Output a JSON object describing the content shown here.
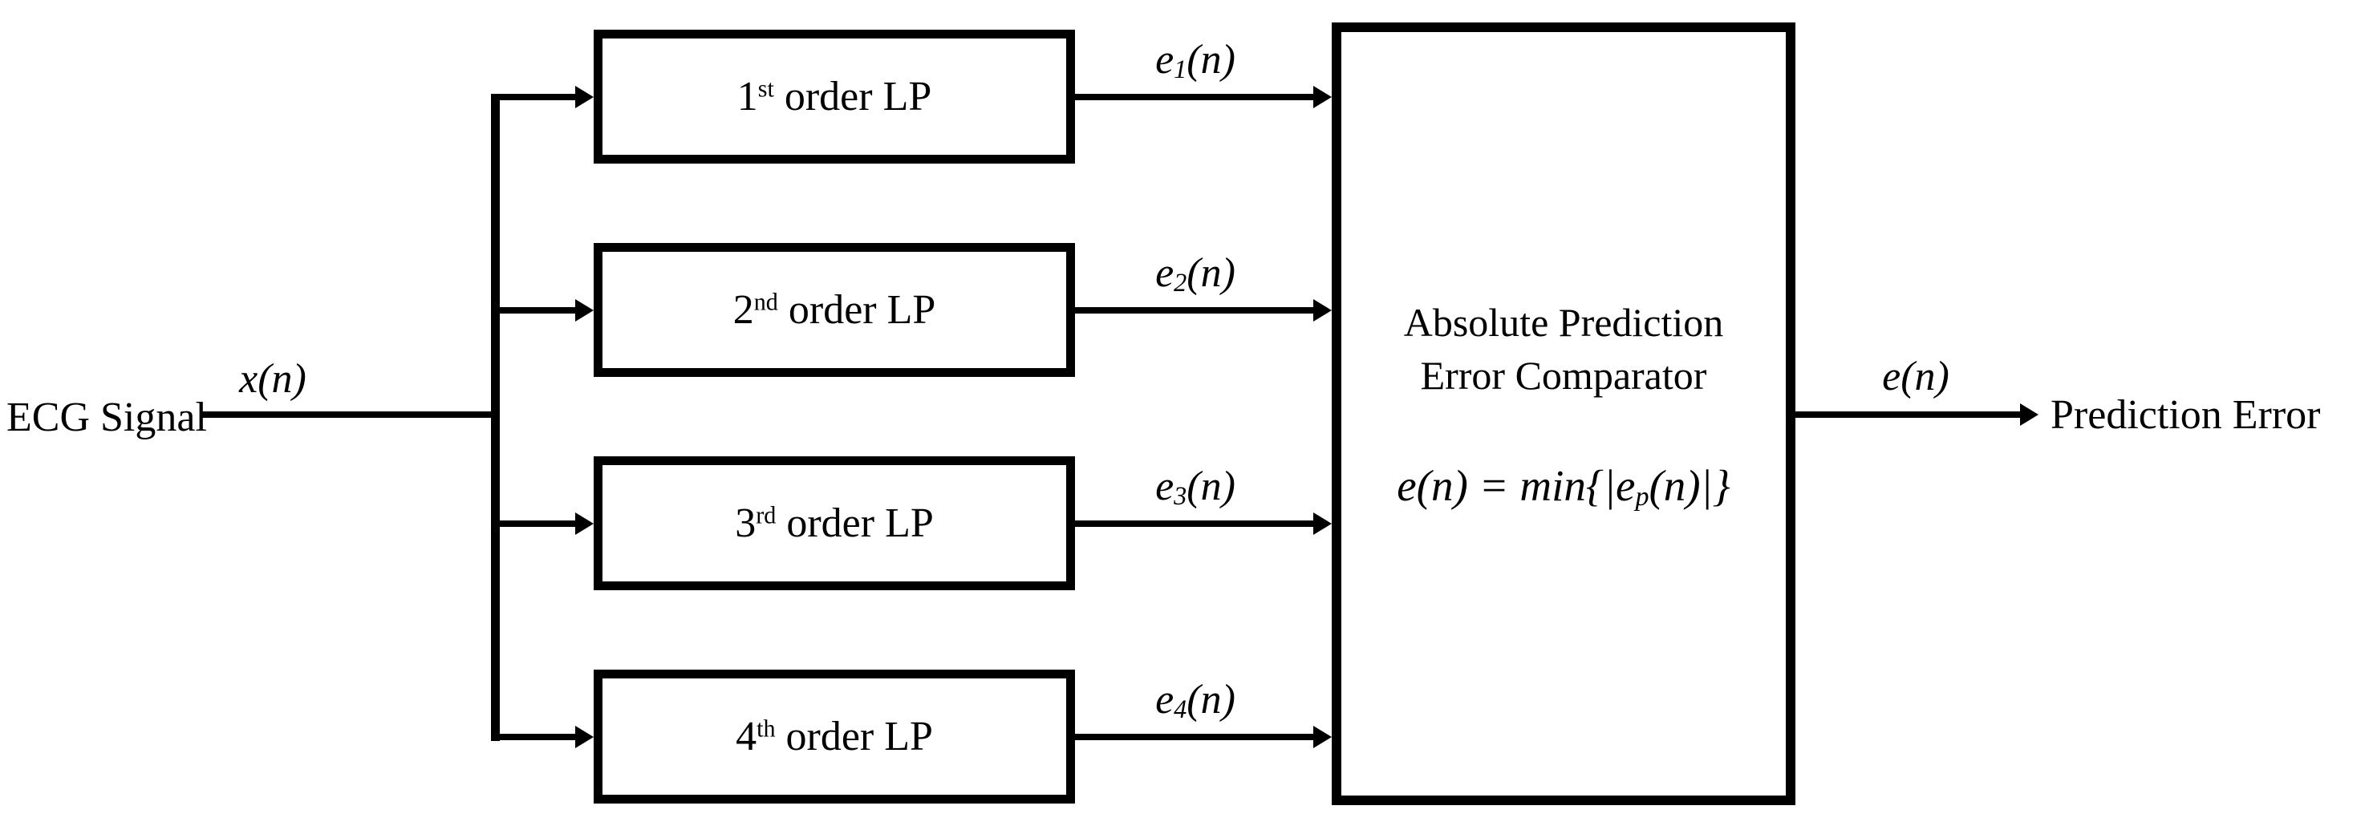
{
  "colors": {
    "ink": "#000000",
    "bg": "#ffffff"
  },
  "diagram": {
    "input": {
      "source_label": "ECG Signal",
      "signal_label": "x(n)"
    },
    "filters": [
      {
        "num": "1",
        "suffix": "st",
        "rest": " order LP",
        "output": {
          "base": "e",
          "sub": "1",
          "args": "(n)"
        }
      },
      {
        "num": "2",
        "suffix": "nd",
        "rest": " order LP",
        "output": {
          "base": "e",
          "sub": "2",
          "args": "(n)"
        }
      },
      {
        "num": "3",
        "suffix": "rd",
        "rest": " order LP",
        "output": {
          "base": "e",
          "sub": "3",
          "args": "(n)"
        }
      },
      {
        "num": "4",
        "suffix": "th",
        "rest": " order LP",
        "output": {
          "base": "e",
          "sub": "4",
          "args": "(n)"
        }
      }
    ],
    "comparator": {
      "title_line1": "Absolute Prediction",
      "title_line2": "Error Comparator",
      "equation": {
        "lhs": "e(n) = min{|e",
        "sub": "p",
        "rhs": "(n)|}"
      }
    },
    "output": {
      "signal_label": "e(n)",
      "result_label": "Prediction Error"
    }
  }
}
